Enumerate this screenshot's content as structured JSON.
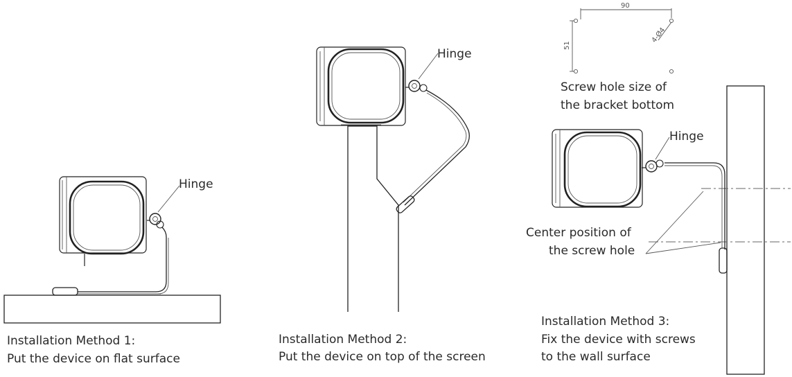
{
  "hinge_label": "Hinge",
  "methods": [
    {
      "title": "Installation Method 1:",
      "desc": "Put the device on flat surface"
    },
    {
      "title": "Installation Method 2:",
      "desc": "Put the device on top of the screen"
    },
    {
      "title": "Installation Method 3:",
      "desc_1": "Fix the device with screws",
      "desc_2": "to the wall surface"
    }
  ],
  "bracket_dimensions": {
    "width": "90",
    "height": "51",
    "hole": "4-Ø4",
    "caption_1": "Screw hole size of",
    "caption_2": "the bracket bottom"
  },
  "screw_center": {
    "caption_1": "Center position of",
    "caption_2": "the screw hole"
  }
}
